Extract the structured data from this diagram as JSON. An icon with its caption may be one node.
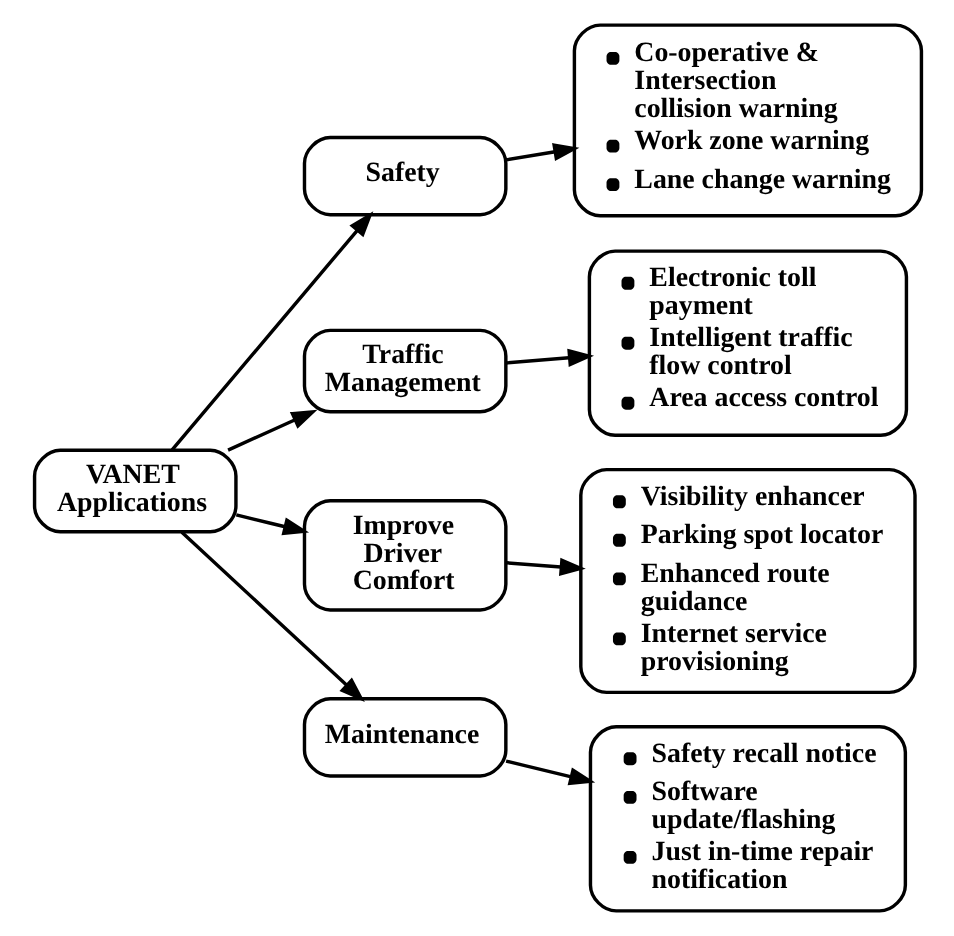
{
  "diagram": {
    "nodes": [
      {
        "text": [
          "VANET Applications"
        ]
      },
      {
        "text": [
          "Safety"
        ]
      },
      {
        "text": [
          "Traffic Management"
        ]
      },
      {
        "text": [
          "Improve Driver Comfort"
        ]
      },
      {
        "text": [
          "Maintenance"
        ]
      },
      {
        "text": [
          "Co-operative & Intersection collision warning",
          "Work zone warning",
          "Lane change warning"
        ]
      },
      {
        "text": [
          "Electronic toll payment",
          "Intelligent traffic flow control",
          "Area access control"
        ]
      },
      {
        "text": [
          "Visibility enhancer",
          "Parking spot locator",
          "Enhanced route guidance",
          "Internet service provisioning"
        ]
      },
      {
        "text": [
          "Safety recall notice",
          "Software update/flashing",
          "Just in-time repair notification"
        ]
      }
    ],
    "edges": [
      {
        "from": 0,
        "to": 1,
        "arrow": "to"
      },
      {
        "from": 0,
        "to": 2,
        "arrow": "to"
      },
      {
        "from": 0,
        "to": 3,
        "arrow": "to"
      },
      {
        "from": 0,
        "to": 4,
        "arrow": "to"
      },
      {
        "from": 1,
        "to": 5,
        "arrow": "to"
      },
      {
        "from": 2,
        "to": 6,
        "arrow": "to"
      },
      {
        "from": 3,
        "to": 7,
        "arrow": "to"
      },
      {
        "from": 4,
        "to": 8,
        "arrow": "to"
      }
    ]
  }
}
